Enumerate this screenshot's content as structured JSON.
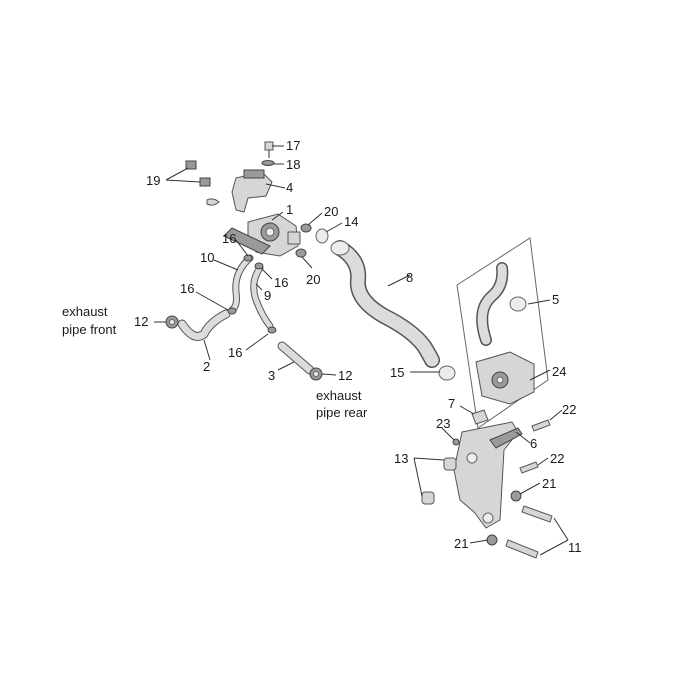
{
  "labels": {
    "l1": "1",
    "l2": "2",
    "l3": "3",
    "l4": "4",
    "l5": "5",
    "l6": "6",
    "l7": "7",
    "l8": "8",
    "l9": "9",
    "l10": "10",
    "l11": "11",
    "l12a": "12",
    "l12b": "12",
    "l13": "13",
    "l14": "14",
    "l15": "15",
    "l16a": "16",
    "l16b": "16",
    "l16c": "16",
    "l16d": "16",
    "l17": "17",
    "l18": "18",
    "l19": "19",
    "l20a": "20",
    "l20b": "20",
    "l21a": "21",
    "l21b": "21",
    "l22a": "22",
    "l22b": "22",
    "l23": "23",
    "l24": "24"
  },
  "notes": {
    "front_line1": "exhaust",
    "front_line2": "pipe front",
    "rear_line1": "exhaust",
    "rear_line2": "pipe rear"
  }
}
